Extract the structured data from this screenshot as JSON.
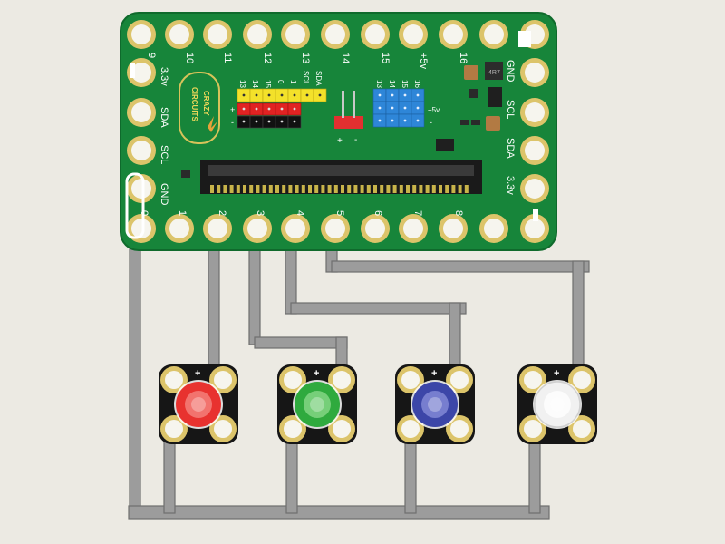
{
  "colors": {
    "background": "#eceae3",
    "board": "#17853a",
    "board_edge": "#0f6a2c",
    "pad_ring": "#dcc46a",
    "pad_center": "#f6f5ee",
    "tape": "#9c9c9c",
    "tape_edge": "#6f6f6f",
    "led_body": "#161616"
  },
  "board": {
    "top_pins": [
      {
        "label": "9"
      },
      {
        "label": "10"
      },
      {
        "label": "11"
      },
      {
        "label": "12"
      },
      {
        "label": "13"
      },
      {
        "label": "14"
      },
      {
        "label": "15"
      },
      {
        "label": "+5v"
      },
      {
        "label": "16"
      }
    ],
    "bottom_pins": [
      {
        "label": "0"
      },
      {
        "label": "1"
      },
      {
        "label": "2"
      },
      {
        "label": "3"
      },
      {
        "label": "4"
      },
      {
        "label": "5"
      },
      {
        "label": "6"
      },
      {
        "label": "7"
      },
      {
        "label": "8"
      }
    ],
    "left_pins": [
      {
        "label": "3.3v"
      },
      {
        "label": "SDA"
      },
      {
        "label": "SCL"
      },
      {
        "label": "GND"
      }
    ],
    "right_pins": [
      {
        "label": "GND"
      },
      {
        "label": "SCL"
      },
      {
        "label": "SDA"
      },
      {
        "label": "3.3v"
      }
    ],
    "logo_line1": "CRAZY",
    "logo_line2": "CIRCUITS",
    "header_labels": [
      "13",
      "14",
      "15",
      "0",
      "1",
      "SCL",
      "SDA"
    ],
    "header_plus": "+",
    "header_minus": "-",
    "power_plus": "+",
    "power_minus": "-",
    "blue_labels": [
      "13",
      "14",
      "15",
      "16"
    ],
    "blue_voltage": "+5v",
    "blue_minus": "-",
    "inductor_label": "4R7"
  },
  "leds": [
    {
      "name": "red",
      "plus": "+",
      "color": "#e8322f",
      "highlight": "#f58a84"
    },
    {
      "name": "green",
      "plus": "+",
      "color": "#2faa3e",
      "highlight": "#8fdb8e"
    },
    {
      "name": "blue",
      "plus": "+",
      "color": "#3c46a8",
      "highlight": "#8b92dc"
    },
    {
      "name": "white",
      "plus": "+",
      "color": "#f1f1f1",
      "highlight": "#ffffff"
    }
  ]
}
